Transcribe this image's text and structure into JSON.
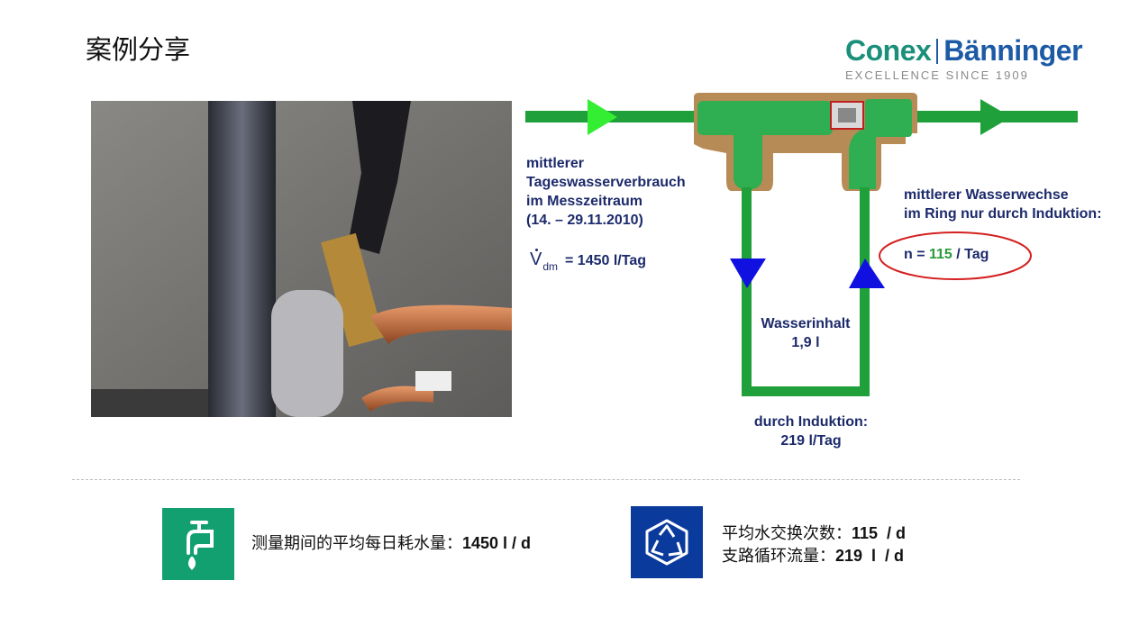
{
  "title": "案例分享",
  "logo": {
    "brand_left": "Conex",
    "brand_right": "Bänninger",
    "tagline": "EXCELLENCE SINCE 1909"
  },
  "diagram": {
    "consumption_label": [
      "mittlerer",
      "Tageswasserverbrauch",
      "im Messzeitraum",
      "(14. – 29.11.2010)"
    ],
    "flow_symbol": "V",
    "flow_subscript": "dm",
    "flow_value": "= 1450 l/Tag",
    "exchange_label": [
      "mittlerer Wasserwechse",
      "im Ring nur durch Induktion:"
    ],
    "exchange_prefix": "n = ",
    "exchange_value": "115",
    "exchange_suffix": " / Tag",
    "content_label": [
      "Wasserinhalt",
      "1,9 l"
    ],
    "induction_label": [
      "durch Induktion:",
      "219 l/Tag"
    ],
    "colors": {
      "pipe": "#1fa03a",
      "inlet_arrow": "#33ee33",
      "loop_arrow": "#1010e0",
      "highlight": "#d42020",
      "text": "#1c2a6b"
    }
  },
  "stats": {
    "left": {
      "icon": "water-tap-icon",
      "label": "测量期间的平均每日耗水量：",
      "value": "1450 l / d",
      "color": "#12a070"
    },
    "right": {
      "icon": "recycle-icon",
      "line1_label": "平均水交换次数：",
      "line1_value": "115  / d",
      "line2_label": "支路循环流量：",
      "line2_value": "219  l  / d",
      "color": "#0a3a9c"
    }
  }
}
